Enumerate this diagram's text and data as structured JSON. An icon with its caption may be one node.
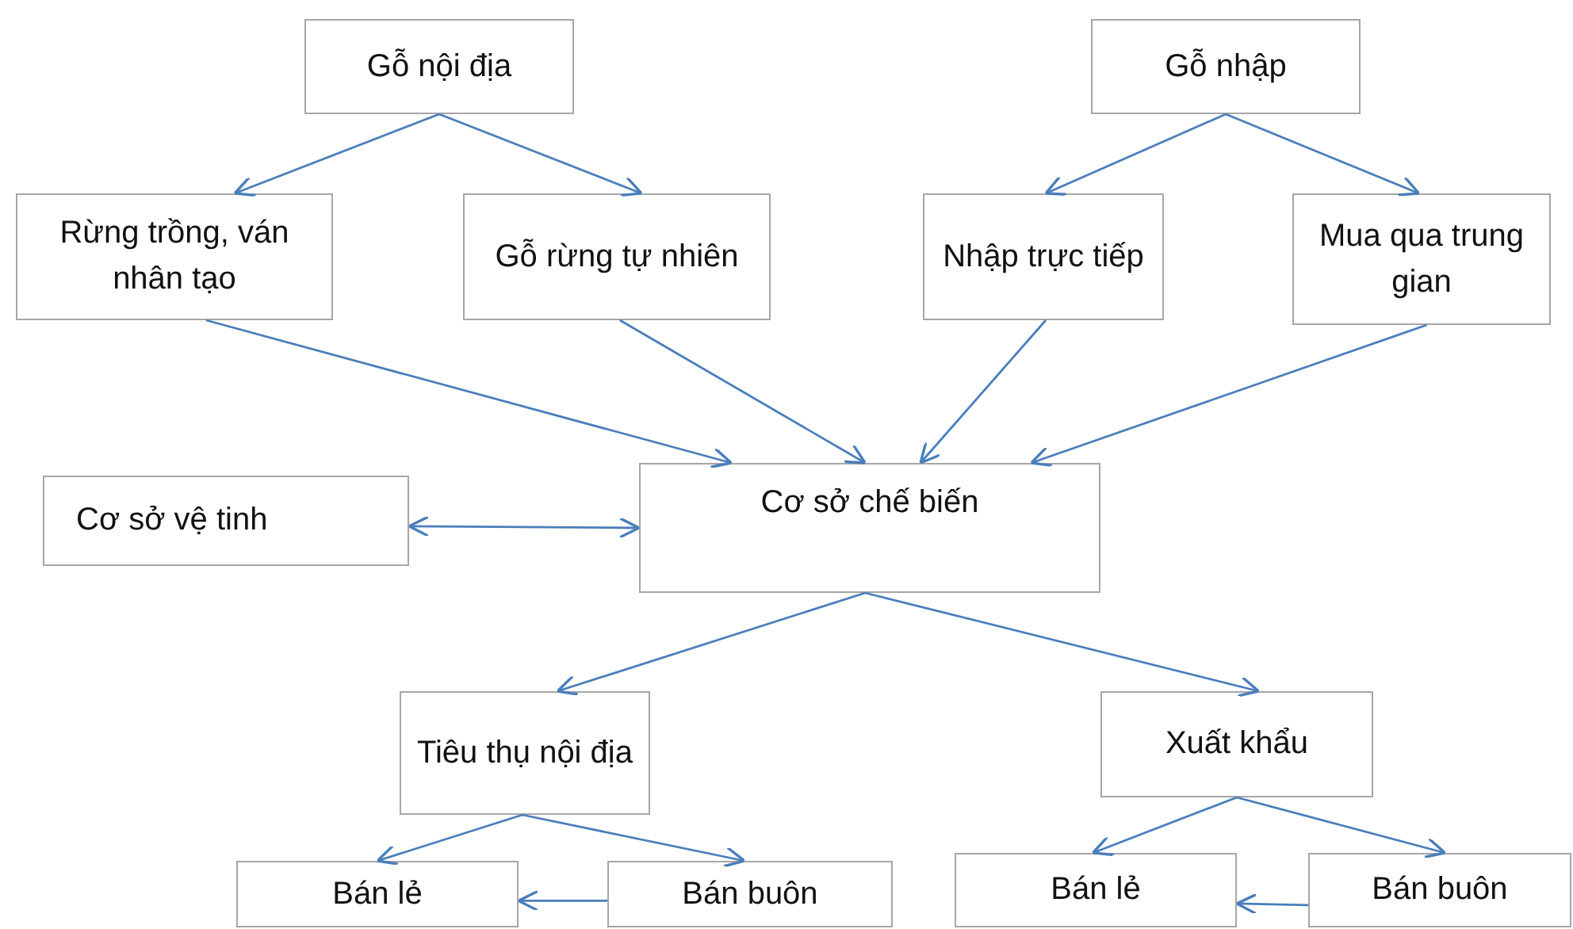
{
  "diagram": {
    "nodes": [
      {
        "text": [
          "Gỗ nội địa"
        ]
      },
      {
        "text": [
          "Gỗ nhập"
        ]
      },
      {
        "text": [
          "Rừng trồng, ván nhân tạo"
        ]
      },
      {
        "text": [
          "Gỗ rừng tự nhiên"
        ]
      },
      {
        "text": [
          "Nhập trực tiếp"
        ]
      },
      {
        "text": [
          "Mua qua trung gian"
        ]
      },
      {
        "text": [
          "Cơ sở vệ tinh"
        ]
      },
      {
        "text": [
          "Cơ sở chế biến"
        ]
      },
      {
        "text": [
          "Tiêu thụ nội địa"
        ]
      },
      {
        "text": [
          "Xuất khẩu"
        ]
      },
      {
        "text": [
          "Bán lẻ"
        ]
      },
      {
        "text": [
          "Bán buôn"
        ]
      },
      {
        "text": [
          "Bán lẻ"
        ]
      },
      {
        "text": [
          "Bán buôn"
        ]
      }
    ],
    "edges": [
      {
        "from": 0,
        "to": 2,
        "arrow": "to"
      },
      {
        "from": 0,
        "to": 3,
        "arrow": "to"
      },
      {
        "from": 1,
        "to": 4,
        "arrow": "to"
      },
      {
        "from": 1,
        "to": 5,
        "arrow": "to"
      },
      {
        "from": 2,
        "to": 7,
        "arrow": "to"
      },
      {
        "from": 3,
        "to": 7,
        "arrow": "to"
      },
      {
        "from": 4,
        "to": 7,
        "arrow": "to"
      },
      {
        "from": 5,
        "to": 7,
        "arrow": "to"
      },
      {
        "from": 6,
        "to": 7,
        "arrow": "both"
      },
      {
        "from": 7,
        "to": 8,
        "arrow": "to"
      },
      {
        "from": 7,
        "to": 9,
        "arrow": "to"
      },
      {
        "from": 8,
        "to": 10,
        "arrow": "to"
      },
      {
        "from": 8,
        "to": 11,
        "arrow": "to"
      },
      {
        "from": 11,
        "to": 10,
        "arrow": "to"
      },
      {
        "from": 9,
        "to": 12,
        "arrow": "to"
      },
      {
        "from": 9,
        "to": 13,
        "arrow": "to"
      },
      {
        "from": 13,
        "to": 12,
        "arrow": "to"
      }
    ]
  }
}
